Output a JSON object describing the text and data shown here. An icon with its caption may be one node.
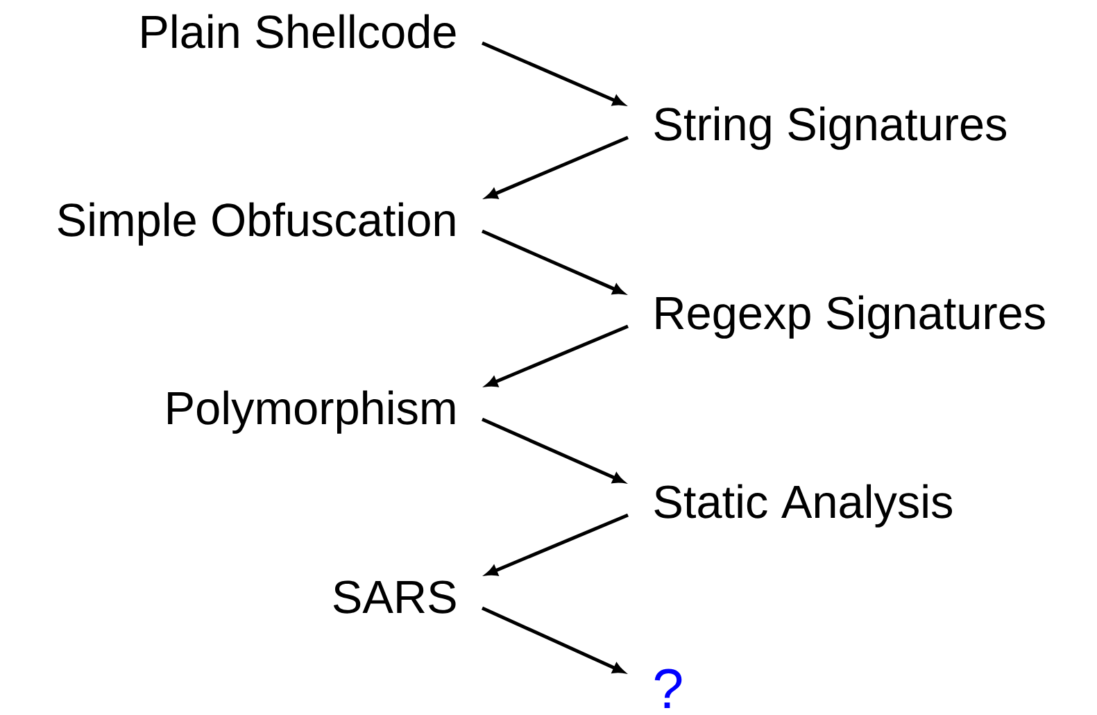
{
  "diagram": {
    "nodes": [
      {
        "text": [
          "Plain Shellcode"
        ]
      },
      {
        "text": [
          "String Signatures"
        ]
      },
      {
        "text": [
          "Simple Obfuscation"
        ]
      },
      {
        "text": [
          "Regexp Signatures"
        ]
      },
      {
        "text": [
          "Polymorphism"
        ]
      },
      {
        "text": [
          "Static Analysis"
        ]
      },
      {
        "text": [
          "SARS"
        ]
      },
      {
        "text": [
          "?"
        ]
      }
    ],
    "edges": [
      {
        "from": 0,
        "to": 1,
        "arrow": "to"
      },
      {
        "from": 1,
        "to": 2,
        "arrow": "to"
      },
      {
        "from": 2,
        "to": 3,
        "arrow": "to"
      },
      {
        "from": 3,
        "to": 4,
        "arrow": "to"
      },
      {
        "from": 4,
        "to": 5,
        "arrow": "to"
      },
      {
        "from": 5,
        "to": 6,
        "arrow": "to"
      },
      {
        "from": 6,
        "to": 7,
        "arrow": "to"
      }
    ]
  }
}
